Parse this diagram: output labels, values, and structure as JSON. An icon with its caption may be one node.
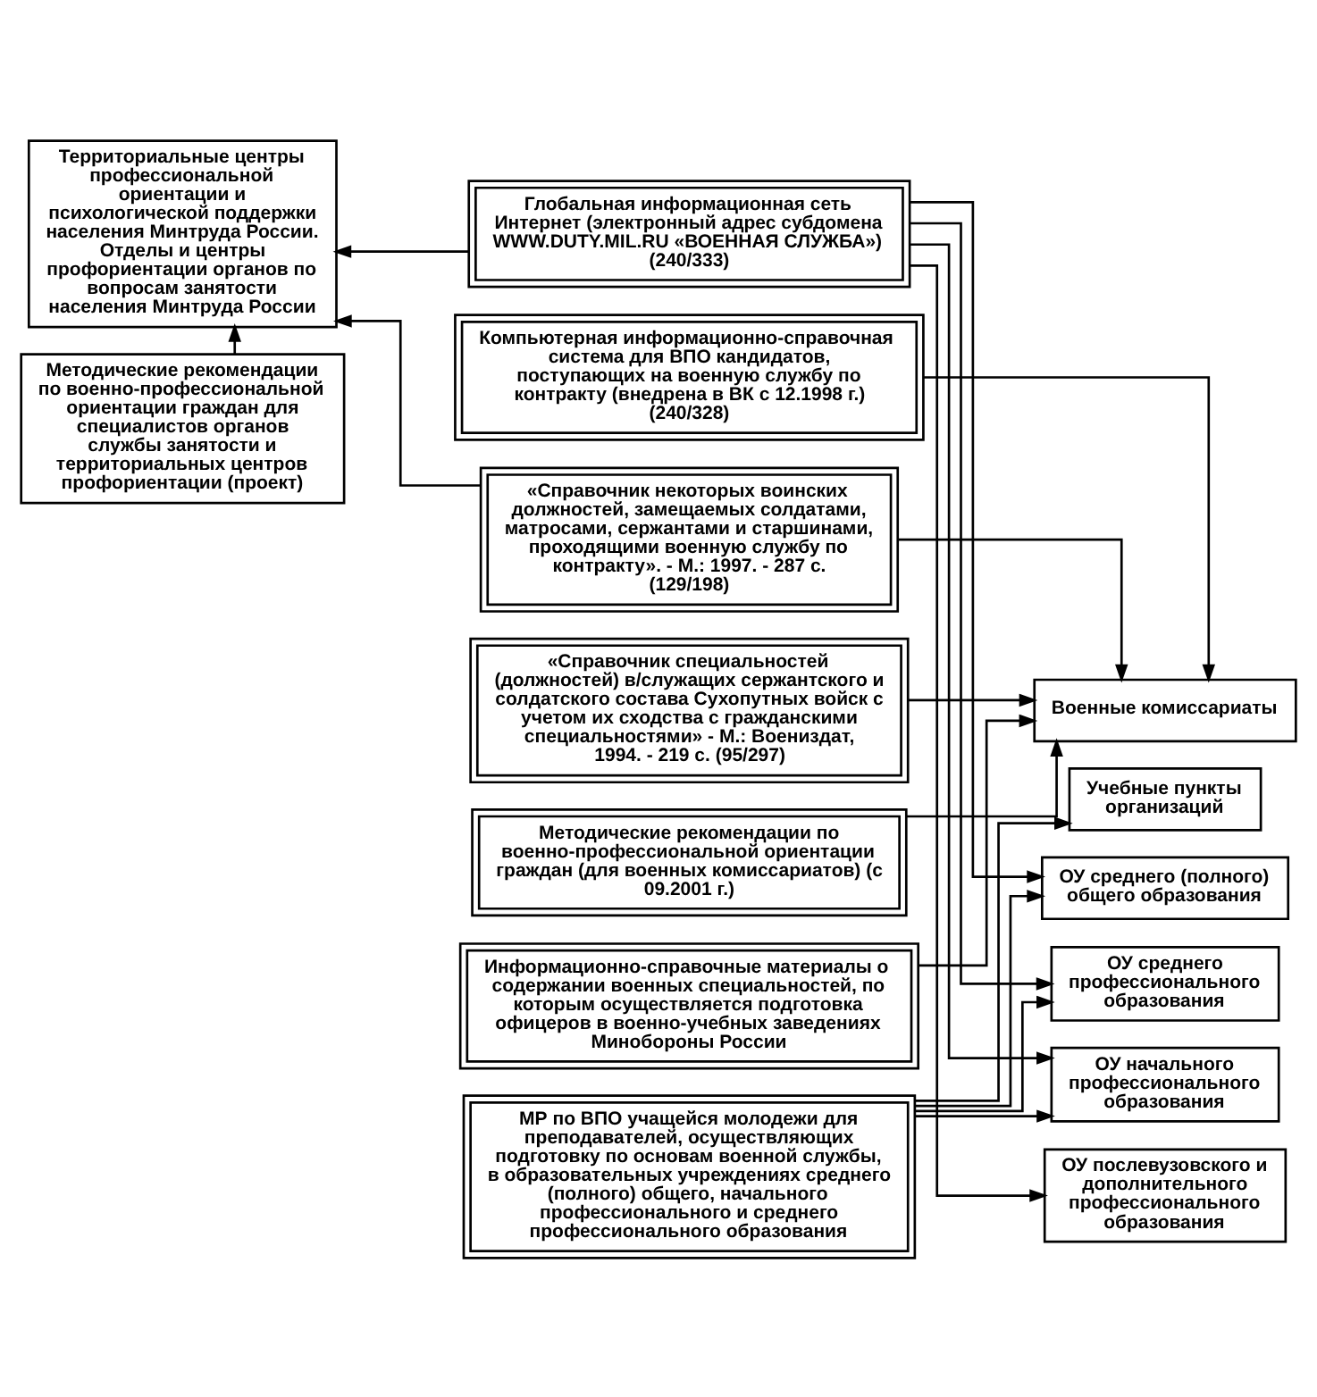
{
  "diagram": {
    "nodes": [
      {
        "text": [
          "Глобальная информационная сеть Интернет (электронный адрес субдомена WWW.DUTY.MIL.RU «ВОЕННАЯ СЛУЖБА») (240/333)"
        ]
      },
      {
        "text": [
          "Компьютерная информационно-справочная система для ВПО кандидатов, поступающих на военную службу по контракту (внедрена в ВК с 12.1998 г.) (240/328)"
        ]
      },
      {
        "text": [
          "Военные комиссариаты"
        ]
      },
      {
        "text": [
          "Территориальные центры профессиональной ориентации и психологической поддержки населения Минтруда России.",
          "Отделы и центры профориентации органов по вопросам занятости населения Минтруда России"
        ]
      },
      {
        "text": [
          "«Справочник некоторых воинских должностей, замещаемых солдатами, матросами, сержантами и старшинами, проходящими военную службу по контракту». - М.: 1997. - 287 с. (129/198)"
        ]
      },
      {
        "text": [
          "«Справочник специальностей (должностей) в/служащих сержантского и солдатского состава Сухопутных войск с учетом их сходства с гражданскими специальностями» - М.: Воениздат, 1994. - 219 с. (95/297)"
        ]
      },
      {
        "text": [
          "Учебные пункты организаций"
        ]
      },
      {
        "text": [
          "Методические рекомендации по военно-профессиональной ориентации граждан (для военных комиссариатов) (с 09.2001 г.)"
        ]
      },
      {
        "text": [
          "ОУ среднего (полного) общего образования"
        ]
      },
      {
        "text": [
          "Информационно-справочные материалы о содержании военных специальностей, по которым осуществляется подготовка офицеров в военно-учебных заведениях Минобороны России"
        ]
      },
      {
        "text": [
          "ОУ среднего профессионального образования"
        ]
      },
      {
        "text": [
          "Методические рекомендации по военно-профессиональной ориентации граждан для специалистов органов службы занятости и территориальных центров профориентации (проект)"
        ]
      },
      {
        "text": [
          "ОУ начального профессионального образования"
        ]
      },
      {
        "text": [
          "МР по ВПО учащейся молодежи для преподавателей, осуществляющих подготовку по основам военной службы, в образовательных учреждениях среднего (полного) общего, начального профессионального и среднего профессионального образования"
        ]
      },
      {
        "text": [
          "ОУ послевузовского и дополнительного профессионального образования"
        ]
      }
    ],
    "edges": [
      {
        "from": 0,
        "to": 3,
        "arrow": "to"
      },
      {
        "from": 0,
        "to": 8,
        "arrow": "to"
      },
      {
        "from": 0,
        "to": 10,
        "arrow": "to"
      },
      {
        "from": 0,
        "to": 12,
        "arrow": "to"
      },
      {
        "from": 0,
        "to": 14,
        "arrow": "to"
      },
      {
        "from": 1,
        "to": 2,
        "arrow": "to"
      },
      {
        "from": 4,
        "to": 2,
        "arrow": "to"
      },
      {
        "from": 5,
        "to": 2,
        "arrow": "to"
      },
      {
        "from": 7,
        "to": 2,
        "arrow": "to"
      },
      {
        "from": 9,
        "to": 2,
        "arrow": "to"
      },
      {
        "from": 4,
        "to": 3,
        "arrow": "to"
      },
      {
        "from": 11,
        "to": 3,
        "arrow": "to"
      },
      {
        "from": 13,
        "to": 6,
        "arrow": "to"
      },
      {
        "from": 13,
        "to": 8,
        "arrow": "to"
      },
      {
        "from": 13,
        "to": 10,
        "arrow": "to"
      },
      {
        "from": 13,
        "to": 12,
        "arrow": "to"
      }
    ]
  }
}
